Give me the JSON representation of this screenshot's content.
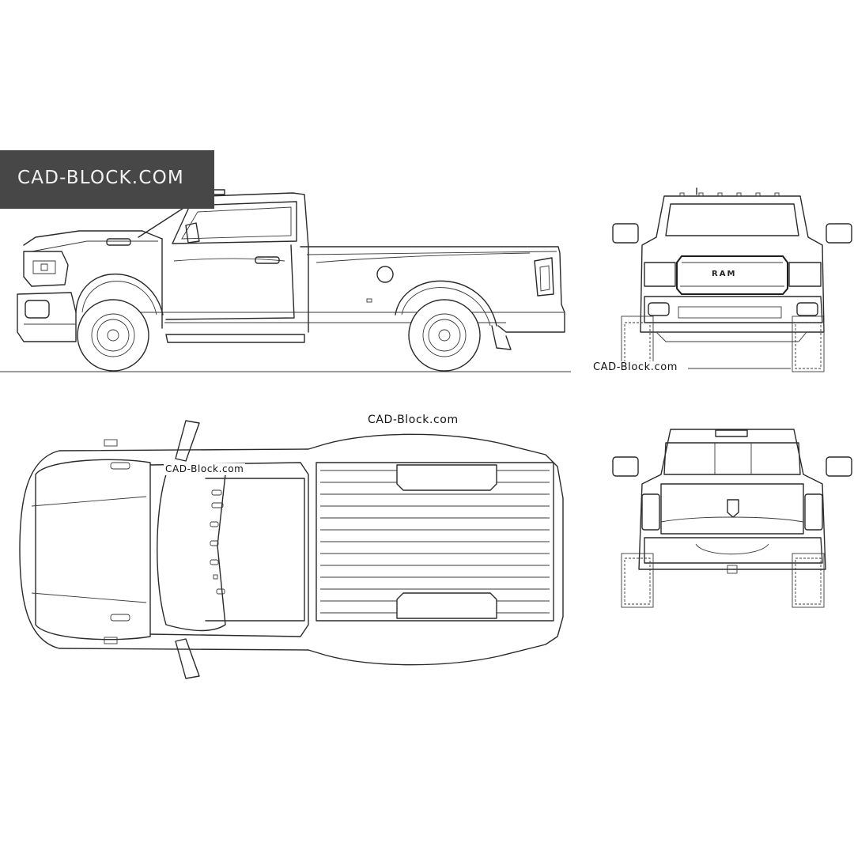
{
  "banner": {
    "text": "CAD-BLOCK.COM",
    "background": "#474747",
    "color": "#f2f2f2"
  },
  "watermarks": {
    "front_view": "CAD-Block.com",
    "top_view_center": "CAD-Block.com",
    "top_view_cab": "CAD-Block.com"
  },
  "front_grille_badge": "RAM",
  "views": [
    {
      "id": "side",
      "label": "Left side elevation"
    },
    {
      "id": "front",
      "label": "Front elevation"
    },
    {
      "id": "top",
      "label": "Top / plan view"
    },
    {
      "id": "rear",
      "label": "Rear elevation"
    }
  ],
  "colors": {
    "line": "#2a2a2a",
    "background": "#ffffff"
  }
}
